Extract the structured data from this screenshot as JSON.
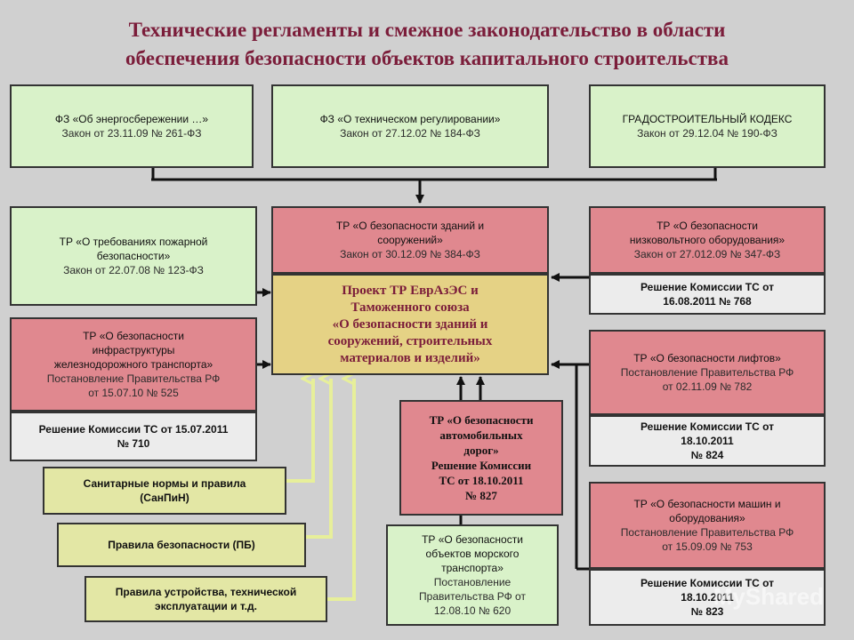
{
  "title": {
    "line1": "Технические регламенты и смежное законодательство в области",
    "line2": "обеспечения безопасности объектов капитального строительства"
  },
  "top": {
    "energy": {
      "name": "ФЗ «Об энергосбережении …»",
      "law": "Закон от  23.11.09 № 261-ФЗ"
    },
    "techreg": {
      "name": "ФЗ «О техническом регулировании»",
      "law": "Закон от  27.12.02 № 184-ФЗ"
    },
    "gradkod": {
      "name": "ГРАДОСТРОИТЕЛЬНЫЙ КОДЕКС",
      "law": "Закон от  29.12.04 № 190-ФЗ"
    }
  },
  "center": {
    "tr_buildings": {
      "name_l1": "ТР «О безопасности зданий и",
      "name_l2": "сооружений»",
      "law": "Закон от  30.12.09 № 384-ФЗ"
    },
    "project": {
      "l1": "Проект ТР ЕврАзЭС и",
      "l2": "Таможенного союза",
      "l3": "«О безопасности зданий и",
      "l4": "сооружений, строительных",
      "l5": "материалов и изделий»"
    }
  },
  "left": {
    "fire": {
      "l1": "ТР «О требованиях пожарной",
      "l2": "безопасности»",
      "law": "Закон от  22.07.08 № 123-ФЗ"
    },
    "rail": {
      "l1": "ТР «О безопасности",
      "l2": "инфраструктуры",
      "l3": "железнодорожного транспорта»",
      "l4": "Постановление Правительства РФ",
      "l5": "от  15.07.10 № 525",
      "decision_l1": "Решение Комиссии ТС от 15.07.2011",
      "decision_l2": "№ 710"
    },
    "sanpin": {
      "l1": "Санитарные нормы и правила",
      "l2": "(СанПиН)"
    },
    "pb": {
      "label": "Правила  безопасности (ПБ)"
    },
    "rules": {
      "l1": "Правила устройства, технической",
      "l2": "эксплуатации и т.д."
    }
  },
  "right": {
    "lowvolt": {
      "l1": "ТР «О безопасности",
      "l2": "низковольтного оборудования»",
      "law": "Закон от  27.012.09 № 347-ФЗ",
      "decision_l1": "Решение Комиссии ТС от",
      "decision_l2": "16.08.2011 № 768"
    },
    "lifts": {
      "l1": "ТР «О безопасности лифтов»",
      "l2": "Постановление Правительства РФ",
      "l3": "от  02.11.09 № 782",
      "decision_l1": "Решение Комиссии ТС от",
      "decision_l2": "18.10.2011",
      "decision_l3": "№ 824"
    },
    "machines": {
      "l1": "ТР «О безопасности машин и",
      "l2": "оборудования»",
      "l3": "Постановление Правительства РФ",
      "l4": "от  15.09.09 № 753",
      "decision_l1": "Решение Комиссии ТС от",
      "decision_l2": "18.10.2011",
      "decision_l3": "№ 823"
    }
  },
  "bottom_center": {
    "roads": {
      "l1": "ТР «О безопасности",
      "l2": "автомобильных",
      "l3": "дорог»",
      "l4": "Решение Комиссии",
      "l5": "ТС от 18.10.2011",
      "l6": "№ 827"
    },
    "marine": {
      "l1": "ТР «О безопасности",
      "l2": "объектов морского",
      "l3": "транспорта»",
      "l4": "Постановление",
      "l5": "Правительства РФ от",
      "l6": "12.08.10 № 620"
    }
  },
  "watermark": "MyShared"
}
